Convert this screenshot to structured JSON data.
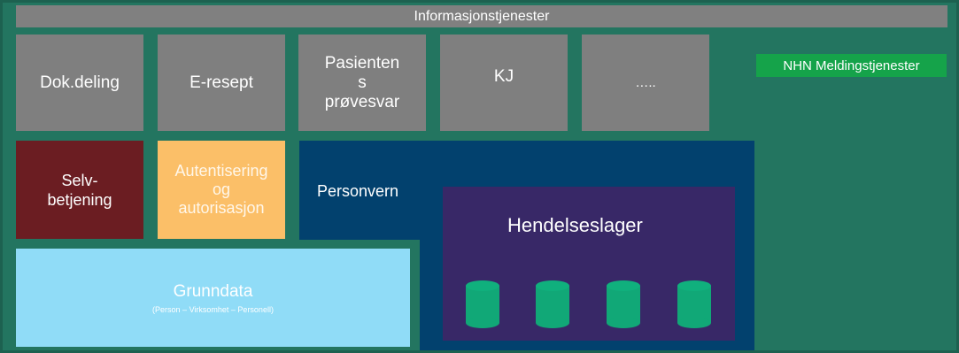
{
  "colors": {
    "background": "#237560",
    "grey_service": "#7f7f7f",
    "nhn": "#15a34a",
    "selvbetjening": "#6b1d22",
    "autentisering": "#fbbf68",
    "personvern": "#02416e",
    "hendelseslager": "#382867",
    "grunndata": "#90dcf7",
    "database": "#11a877"
  },
  "header": {
    "title": "Informasjonstjenester"
  },
  "services": {
    "dokdeling": "Dok.deling",
    "eresept": "E-resept",
    "pasientens_line1": "Pasienten",
    "pasientens_line2": "s",
    "pasientens_line3": "prøvesvar",
    "kj": "KJ",
    "more": "….."
  },
  "nhn": {
    "label": "NHN Meldingstjenester"
  },
  "selvbetjening": {
    "line1": "Selv-",
    "line2": "betjening"
  },
  "autentisering": {
    "line1": "Autentisering",
    "line2": "og",
    "line3": "autorisasjon"
  },
  "personvern": {
    "label": "Personvern"
  },
  "hendelseslager": {
    "title": "Hendelseslager",
    "database_icons": [
      "database-icon",
      "database-icon",
      "database-icon",
      "database-icon"
    ]
  },
  "grunndata": {
    "title": "Grunndata",
    "subtitle": "(Person – Virksomhet – Personell)"
  }
}
